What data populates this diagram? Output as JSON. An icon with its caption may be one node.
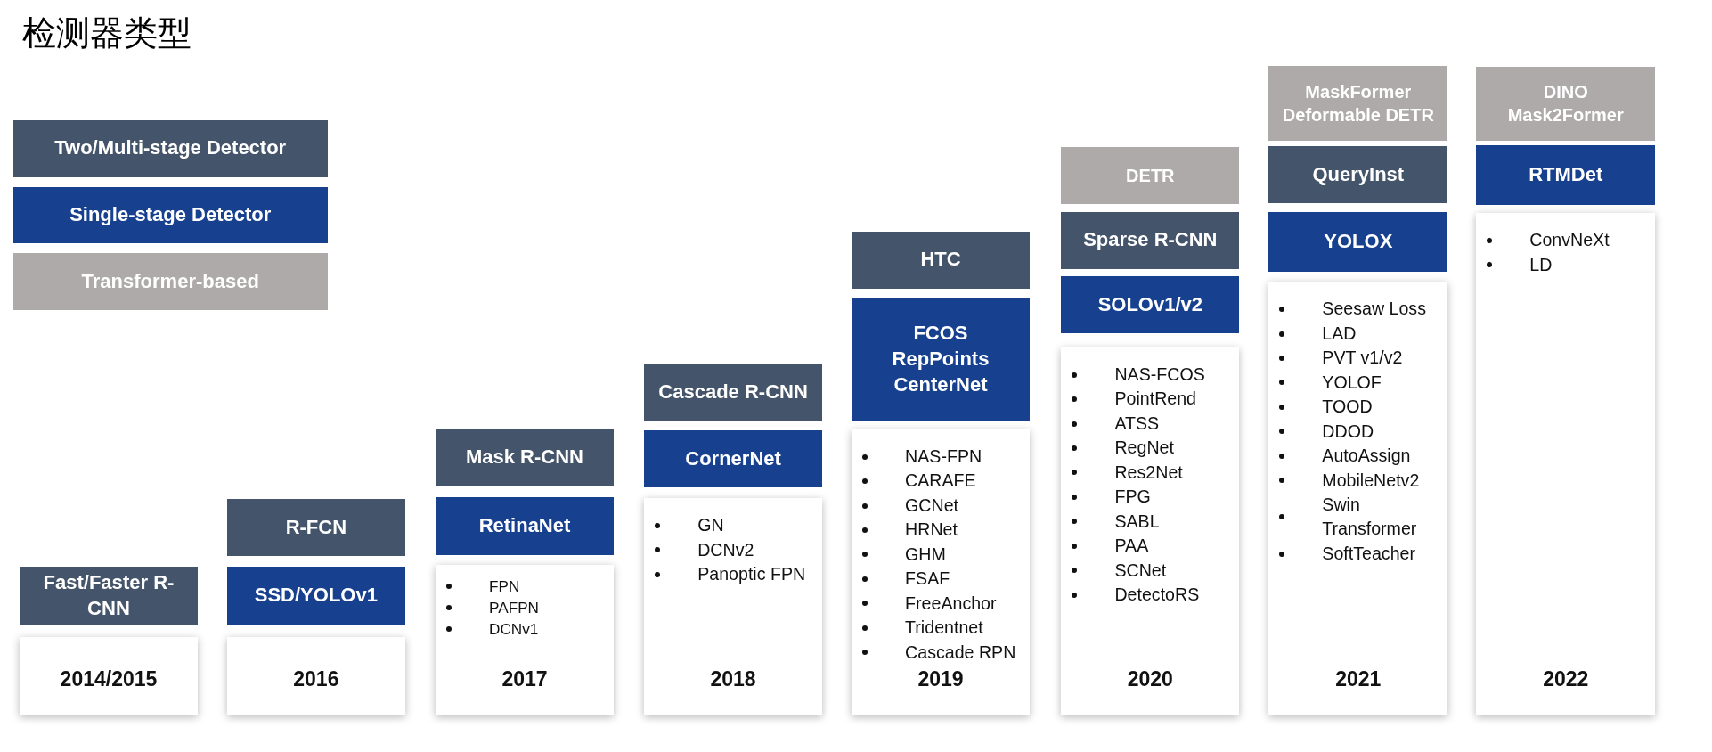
{
  "diagram": {
    "title": "检测器类型",
    "nodes": [
      {
        "text": [
          "Fast/Faster R-CNN"
        ]
      },
      {
        "text": [
          "2014/2015"
        ]
      },
      {
        "text": [
          "R-FCN"
        ]
      },
      {
        "text": [
          "SSD/YOLOv1"
        ]
      },
      {
        "text": [
          "2016"
        ]
      },
      {
        "text": [
          "Mask R-CNN"
        ]
      },
      {
        "text": [
          "RetinaNet"
        ]
      },
      {
        "text": [
          "FPN",
          "PAFPN",
          "DCNv1",
          "2017"
        ]
      },
      {
        "text": [
          "Cascade R-CNN"
        ]
      },
      {
        "text": [
          "CornerNet"
        ]
      },
      {
        "text": [
          "GN",
          "DCNv2",
          "Panoptic FPN",
          "2018"
        ]
      },
      {
        "text": [
          "HTC"
        ]
      },
      {
        "text": [
          "FCOS",
          "RepPoints",
          "CenterNet"
        ]
      },
      {
        "text": [
          "NAS-FPN",
          "CARAFE",
          "GCNet",
          "HRNet",
          "GHM",
          "FSAF",
          "FreeAnchor",
          "Tridentnet",
          "Cascade RPN",
          "2019"
        ]
      },
      {
        "text": [
          "DETR"
        ]
      },
      {
        "text": [
          "Sparse R-CNN"
        ]
      },
      {
        "text": [
          "SOLOv1/v2"
        ]
      },
      {
        "text": [
          "NAS-FCOS",
          "PointRend",
          "ATSS",
          "RegNet",
          "Res2Net",
          "FPG",
          "SABL",
          "PAA",
          "SCNet",
          "DetectoRS",
          "2020"
        ]
      },
      {
        "text": [
          "MaskFormer",
          "Deformable DETR"
        ]
      },
      {
        "text": [
          "QueryInst"
        ]
      },
      {
        "text": [
          "YOLOX"
        ]
      },
      {
        "text": [
          "Seesaw Loss",
          "LAD",
          "PVT v1/v2",
          "YOLOF",
          "TOOD",
          "DDOD",
          "AutoAssign",
          "MobileNetv2",
          "Swin Transformer",
          "SoftTeacher",
          "2021"
        ]
      },
      {
        "text": [
          "DINO",
          "Mask2Former"
        ]
      },
      {
        "text": [
          "RTMDet"
        ]
      },
      {
        "text": [
          "ConvNeXt",
          "LD",
          "2022"
        ]
      }
    ],
    "legend": [
      {
        "text": "Two/Multi-stage Detector",
        "color": "#44546a"
      },
      {
        "text": "Single-stage Detector",
        "color": "#17408f"
      },
      {
        "text": "Transformer-based",
        "color": "#aeaaaa"
      }
    ]
  }
}
